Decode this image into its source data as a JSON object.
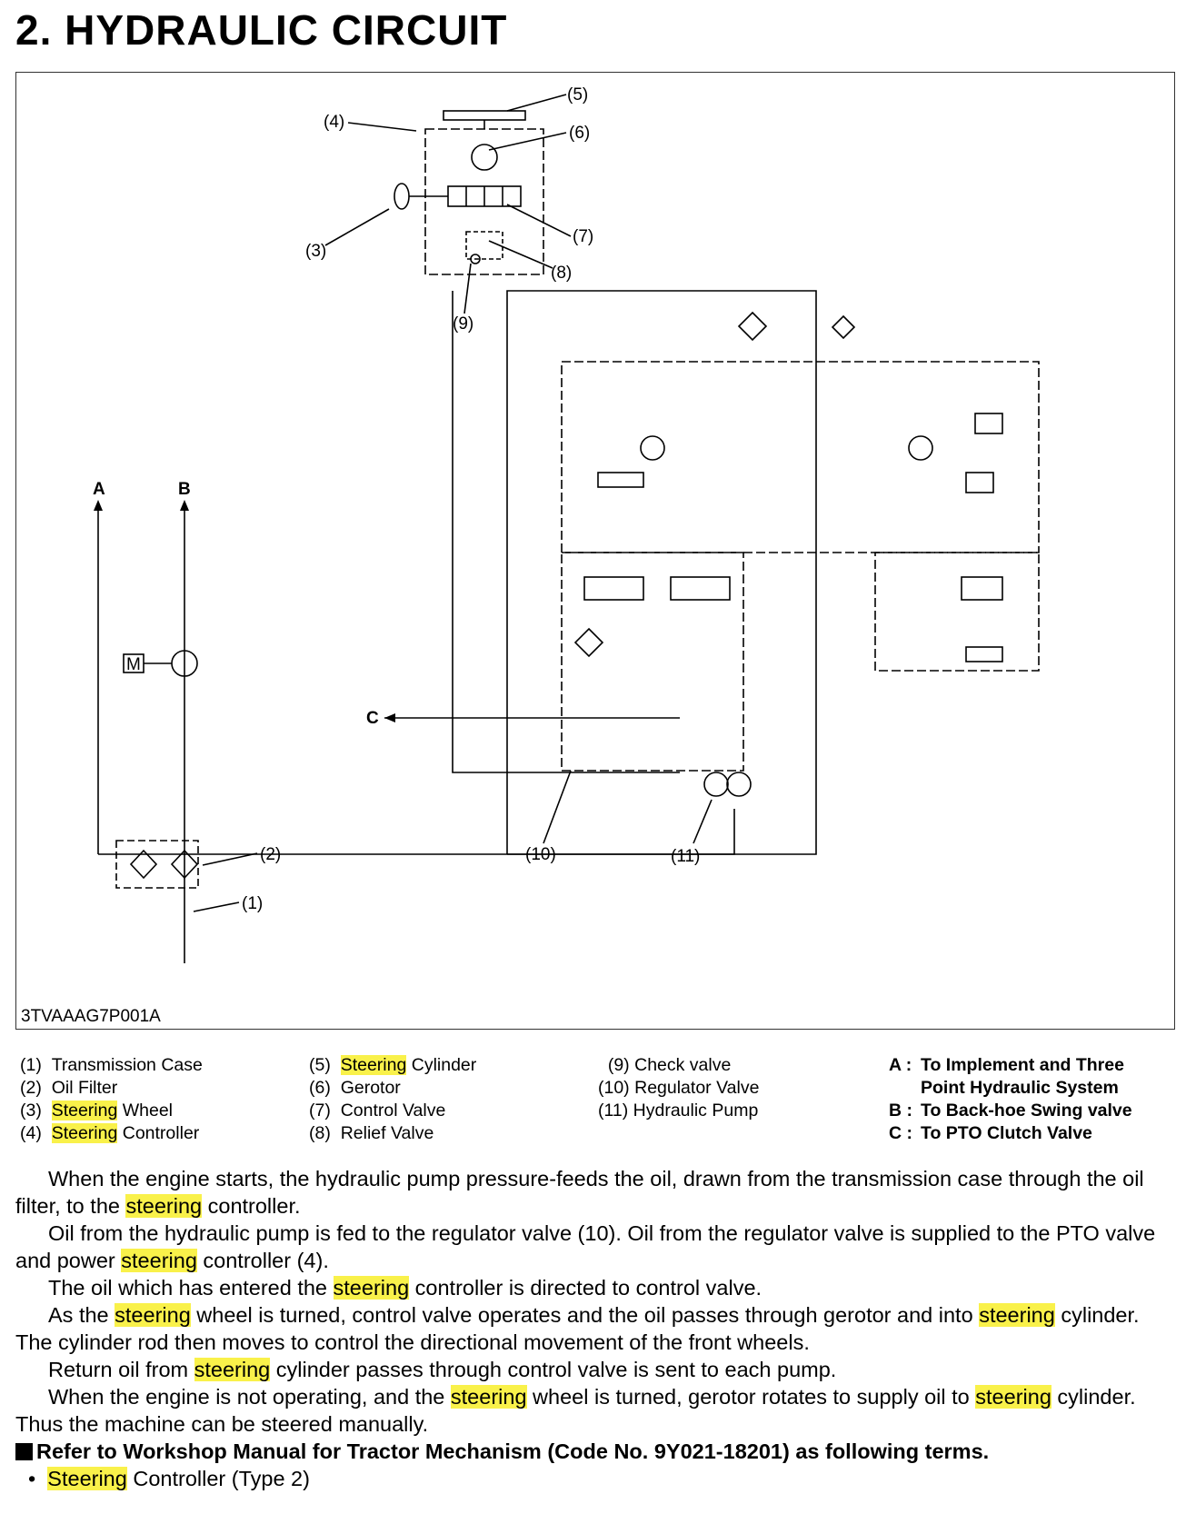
{
  "page": {
    "title": "2.  HYDRAULIC  CIRCUIT",
    "figure_code": "3TVAAAG7P001A"
  },
  "diagram": {
    "callouts": [
      "(1)",
      "(2)",
      "(3)",
      "(4)",
      "(5)",
      "(6)",
      "(7)",
      "(8)",
      "(9)",
      "(10)",
      "(11)"
    ],
    "ports": {
      "a": "A",
      "b": "B",
      "c": "C"
    },
    "motor": "M"
  },
  "legend": {
    "col1": [
      {
        "num": "(1)",
        "pre": "",
        "hl": "",
        "post": "Transmission Case"
      },
      {
        "num": "(2)",
        "pre": "",
        "hl": "",
        "post": "Oil Filter"
      },
      {
        "num": "(3)",
        "pre": "",
        "hl": "Steering",
        "post": " Wheel"
      },
      {
        "num": "(4)",
        "pre": "",
        "hl": "Steering",
        "post": " Controller"
      }
    ],
    "col2": [
      {
        "num": "(5)",
        "pre": "",
        "hl": "Steering",
        "post": " Cylinder"
      },
      {
        "num": "(6)",
        "pre": "",
        "hl": "",
        "post": "Gerotor"
      },
      {
        "num": "(7)",
        "pre": "",
        "hl": "",
        "post": "Control Valve"
      },
      {
        "num": "(8)",
        "pre": "",
        "hl": "",
        "post": "Relief Valve"
      }
    ],
    "col3": [
      {
        "num": "(9)",
        "pre": "",
        "hl": "",
        "post": "Check valve"
      },
      {
        "num": "(10)",
        "pre": "",
        "hl": "",
        "post": "Regulator Valve"
      },
      {
        "num": "(11)",
        "pre": "",
        "hl": "",
        "post": "Hydraulic Pump"
      }
    ],
    "col4": [
      {
        "key": "A :",
        "text": "To Implement and Three"
      },
      {
        "key": "",
        "text": "Point Hydraulic System"
      },
      {
        "key": "B :",
        "text": "To Back-hoe Swing valve"
      },
      {
        "key": "C :",
        "text": "To PTO Clutch Valve"
      }
    ]
  },
  "body": {
    "p1": [
      "When the engine starts, the hydraulic pump pressure-feeds the oil, drawn from the transmission case through the oil filter, to the ",
      "steering",
      " controller."
    ],
    "p2": [
      "Oil from the hydraulic pump is fed to the regulator valve (10).  Oil from the regulator valve is supplied to the PTO valve and power ",
      "steering",
      " controller (4)."
    ],
    "p3": [
      "The oil which has entered the ",
      "steering",
      " controller is directed to control valve."
    ],
    "p4": [
      "As the ",
      "steering",
      " wheel is turned, control valve operates and the oil passes through gerotor and into ",
      "steering",
      " cylinder. The cylinder rod then moves to control the directional movement of the front wheels."
    ],
    "p5": [
      "Return oil from ",
      "steering",
      " cylinder passes through control valve is sent to each pump."
    ],
    "p6": [
      "When the engine is not operating, and the ",
      "steering",
      " wheel is turned, gerotor rotates to supply oil to ",
      "steering",
      " cylinder. Thus the machine can be steered manually."
    ],
    "ref": "Refer to Workshop Manual for Tractor Mechanism (Code No. 9Y021-18201) as following terms.",
    "bullet": "•",
    "bullet_item": [
      "Steering",
      " Controller (Type 2)"
    ]
  }
}
